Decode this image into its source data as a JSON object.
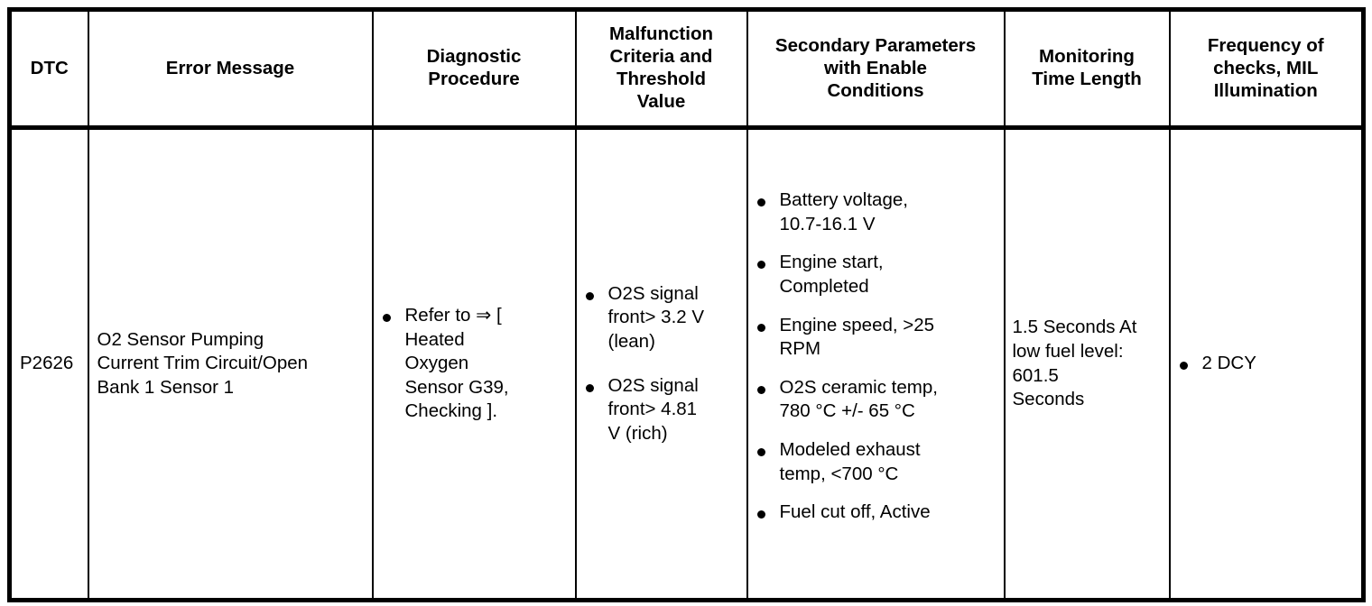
{
  "table": {
    "columns": [
      {
        "key": "dtc",
        "header": "DTC"
      },
      {
        "key": "error",
        "header": "Error Message"
      },
      {
        "key": "diag",
        "header": "Diagnostic\nProcedure"
      },
      {
        "key": "malf",
        "header": "Malfunction\nCriteria and\nThreshold\nValue"
      },
      {
        "key": "secondary",
        "header": "Secondary Parameters\nwith Enable\nConditions"
      },
      {
        "key": "monitor",
        "header": "Monitoring\nTime Length"
      },
      {
        "key": "freq",
        "header": "Frequency of\nchecks, MIL\nIllumination"
      }
    ],
    "rows": [
      {
        "dtc": "P2626",
        "error": "O2 Sensor Pumping\nCurrent Trim Circuit/Open\nBank 1 Sensor 1",
        "diag_bullets": [
          "Refer to ⇒ [\nHeated\nOxygen\nSensor G39,\nChecking ]."
        ],
        "malf_bullets": [
          "O2S signal\nfront> 3.2 V\n(lean)",
          "O2S signal\nfront> 4.81\nV (rich)"
        ],
        "secondary_bullets": [
          "Battery voltage,\n10.7-16.1 V",
          "Engine start,\nCompleted",
          "Engine speed, >25\nRPM",
          "O2S ceramic temp,\n780 °C +/- 65 °C",
          "Modeled exhaust\ntemp, <700 °C",
          "Fuel cut off, Active"
        ],
        "monitor": "1.5 Seconds At\nlow fuel level:\n601.5\nSeconds",
        "freq_bullets": [
          "2 DCY"
        ]
      }
    ]
  },
  "style": {
    "border_color": "#000000",
    "text_color": "#000000",
    "background": "#ffffff"
  }
}
